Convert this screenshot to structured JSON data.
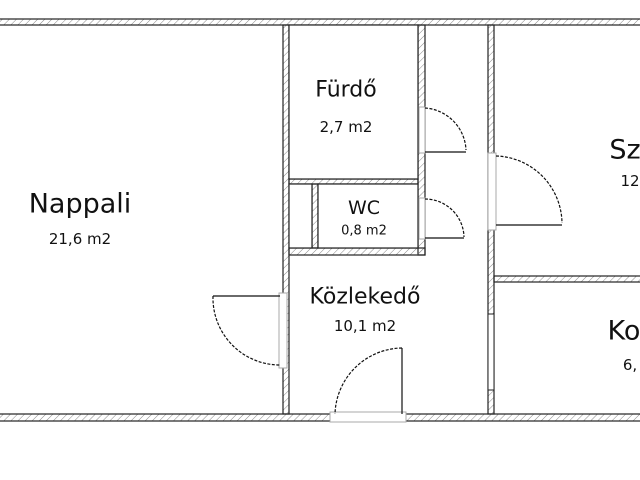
{
  "rooms": {
    "nappali": {
      "name": "Nappali",
      "area": "21,6 m2"
    },
    "furdo": {
      "name": "Fürdő",
      "area": "2,7 m2"
    },
    "wc": {
      "name": "WC",
      "area": "0,8 m2"
    },
    "kozlekedo": {
      "name": "Közlekedő",
      "area": "10,1 m2"
    },
    "szoba": {
      "name": "Sz",
      "area": "12"
    },
    "konyha": {
      "name": "Ko",
      "area": "6,"
    }
  },
  "colors": {
    "wall": "#222222",
    "hatch": "#777777",
    "background": "#ffffff"
  }
}
